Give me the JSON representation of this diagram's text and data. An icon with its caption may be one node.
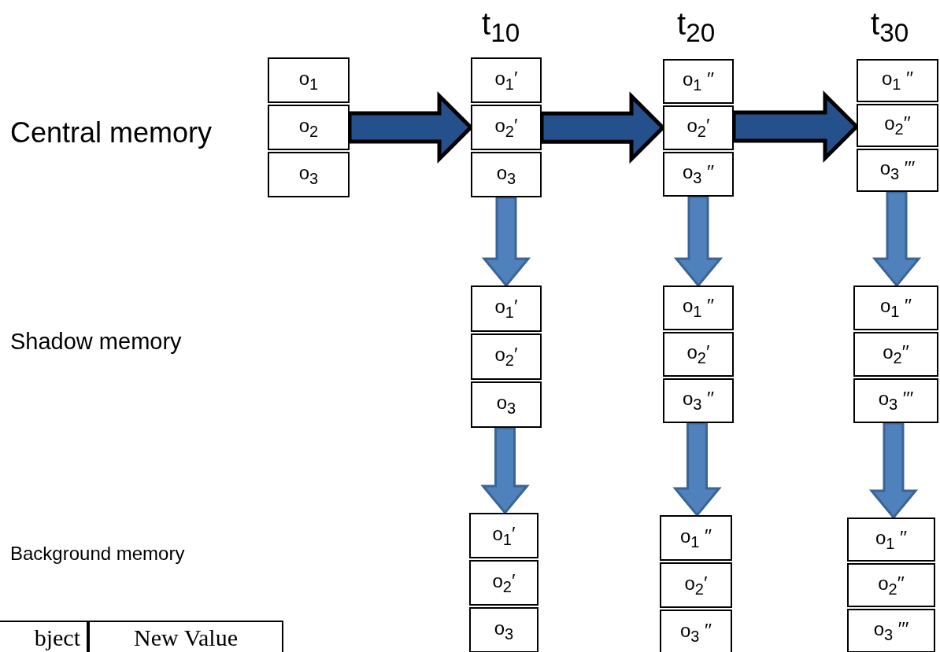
{
  "diagram": {
    "nodes": [
      {
        "text": [
          "o$_{1}$"
        ]
      },
      {
        "text": [
          "o$_{2}$"
        ]
      },
      {
        "text": [
          "o$_{3}$"
        ]
      },
      {
        "text": [
          "o$_{1}$′"
        ]
      },
      {
        "text": [
          "o$_{2}$′"
        ]
      },
      {
        "text": [
          "o$_{3}$"
        ]
      },
      {
        "text": [
          "o$_{1}$′"
        ]
      },
      {
        "text": [
          "o$_{2}$′"
        ]
      },
      {
        "text": [
          "o$_{3}$"
        ]
      },
      {
        "text": [
          "o$_{1}$′"
        ]
      },
      {
        "text": [
          "o$_{2}$′"
        ]
      },
      {
        "text": [
          "o$_{3}$"
        ]
      },
      {
        "text": [
          "o$_{1}$ ′′"
        ]
      },
      {
        "text": [
          "o$_{2}$′"
        ]
      },
      {
        "text": [
          "o$_{3}$ ′′"
        ]
      },
      {
        "text": [
          "o$_{1}$ ′′"
        ]
      },
      {
        "text": [
          "o$_{2}$′"
        ]
      },
      {
        "text": [
          "o$_{3}$ ′′"
        ]
      },
      {
        "text": [
          "o$_{1}$ ′′"
        ]
      },
      {
        "text": [
          "o$_{2}$′"
        ]
      },
      {
        "text": [
          "o$_{3}$ ′′"
        ]
      },
      {
        "text": [
          "o$_{1}$ ′′"
        ]
      },
      {
        "text": [
          "o$_{2}$′′"
        ]
      },
      {
        "text": [
          "o$_{3}$ ′′′"
        ]
      },
      {
        "text": [
          "o$_{1}$ ′′"
        ]
      },
      {
        "text": [
          "o$_{2}$′′"
        ]
      },
      {
        "text": [
          "o$_{3}$ ′′′"
        ]
      },
      {
        "text": [
          "o$_{1}$ ′′"
        ]
      },
      {
        "text": [
          "o$_{2}$′′"
        ]
      },
      {
        "text": [
          "o$_{3}$ ′′′"
        ]
      }
    ],
    "edges": [
      {
        "from": 1,
        "to": 4,
        "arrow": "to",
        "style": "thick",
        "color": "#24508c"
      },
      {
        "from": 4,
        "to": 13,
        "arrow": "to",
        "style": "thick",
        "color": "#24508c"
      },
      {
        "from": 13,
        "to": 22,
        "arrow": "to",
        "style": "thick",
        "color": "#24508c"
      },
      {
        "from": 5,
        "to": 6,
        "arrow": "to",
        "style": "thick"
      },
      {
        "from": 8,
        "to": 9,
        "arrow": "to",
        "style": "thick"
      },
      {
        "from": 14,
        "to": 15,
        "arrow": "to",
        "style": "thick"
      },
      {
        "from": 17,
        "to": 18,
        "arrow": "to",
        "style": "thick"
      },
      {
        "from": 23,
        "to": 24,
        "arrow": "to",
        "style": "thick"
      },
      {
        "from": 26,
        "to": 27,
        "arrow": "to",
        "style": "thick"
      }
    ],
    "labels": [
      "t$_{10}$",
      "t$_{20}$",
      "t$_{30}$",
      "Central memory",
      "Shadow memory",
      "Background memory",
      "bject",
      "New Value"
    ]
  }
}
